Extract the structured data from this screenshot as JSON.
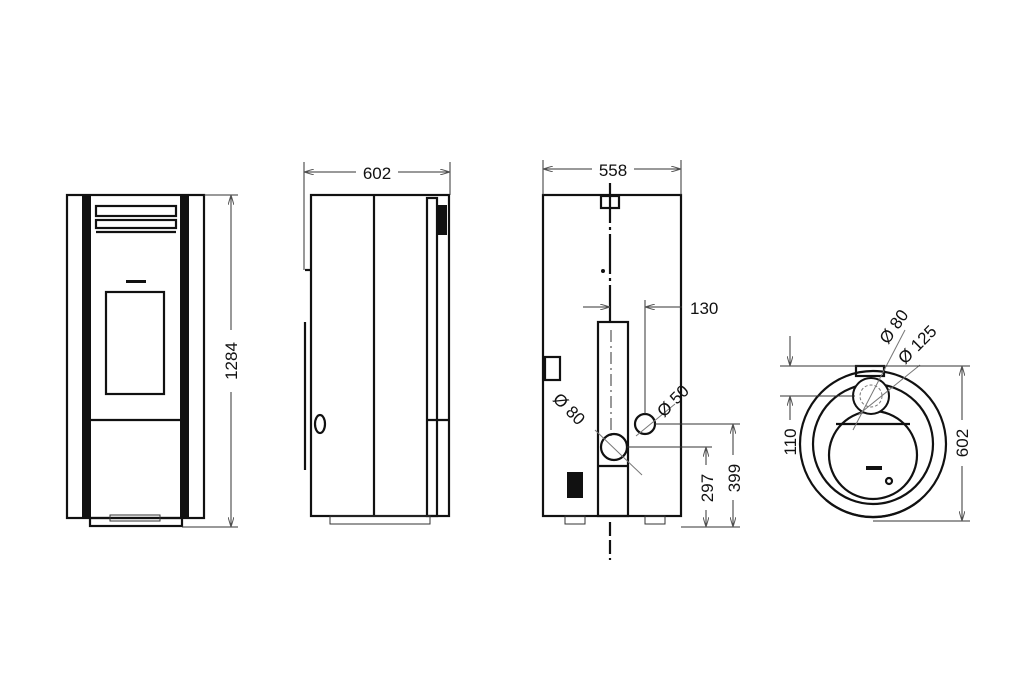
{
  "views": {
    "front": {
      "height_label": "1284"
    },
    "side": {
      "width_label": "602"
    },
    "back": {
      "width_label": "558",
      "offset_label": "130",
      "pipe_large_label": "Ø 80",
      "pipe_small_label": "Ø 50",
      "height_small_label": "297",
      "height_large_label": "399"
    },
    "top": {
      "flue_inner_label": "Ø 80",
      "flue_outer_label": "Ø 125",
      "offset_label": "110",
      "depth_label": "602"
    }
  }
}
